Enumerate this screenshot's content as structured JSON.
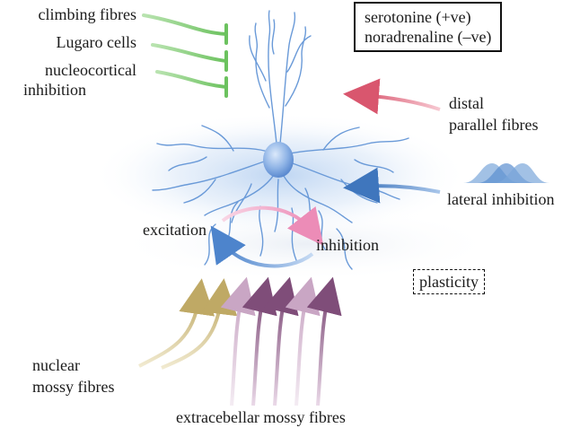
{
  "labels": {
    "climbing_fibres": "climbing fibres",
    "lugaro_cells": "Lugaro cells",
    "nucleocortical_1": "nucleocortical",
    "nucleocortical_2": "inhibition",
    "modulators_1": "serotonine (+ve)",
    "modulators_2": "noradrenaline (–ve)",
    "distal_1": "distal",
    "distal_2": "parallel fibres",
    "lateral_inhibition": "lateral inhibition",
    "excitation": "excitation",
    "inhibition": "inhibition",
    "plasticity": "plasticity",
    "nuclear_1": "nuclear",
    "nuclear_2": "mossy fibres",
    "extracebellar": "extracebellar mossy fibres"
  },
  "icons": {
    "inhibitory_terminal": "t-bar-icon",
    "neuron": "purkinje-cell-icon",
    "distribution": "gaussian-peaks-icon"
  },
  "colors": {
    "inhibitory_green": "#7cc66f",
    "distal_red": "#d9566e",
    "lateral_blue": "#4a80c0",
    "excitation_pink": "#ef9ac0",
    "inhibition_blue": "#5d8fd0",
    "nuclear_tan": "#c9b777",
    "extracerebellar_purple": "#8c5a86",
    "extracerebellar_light": "#d7b7d2",
    "neuron_blue": "#6a9ad8"
  }
}
